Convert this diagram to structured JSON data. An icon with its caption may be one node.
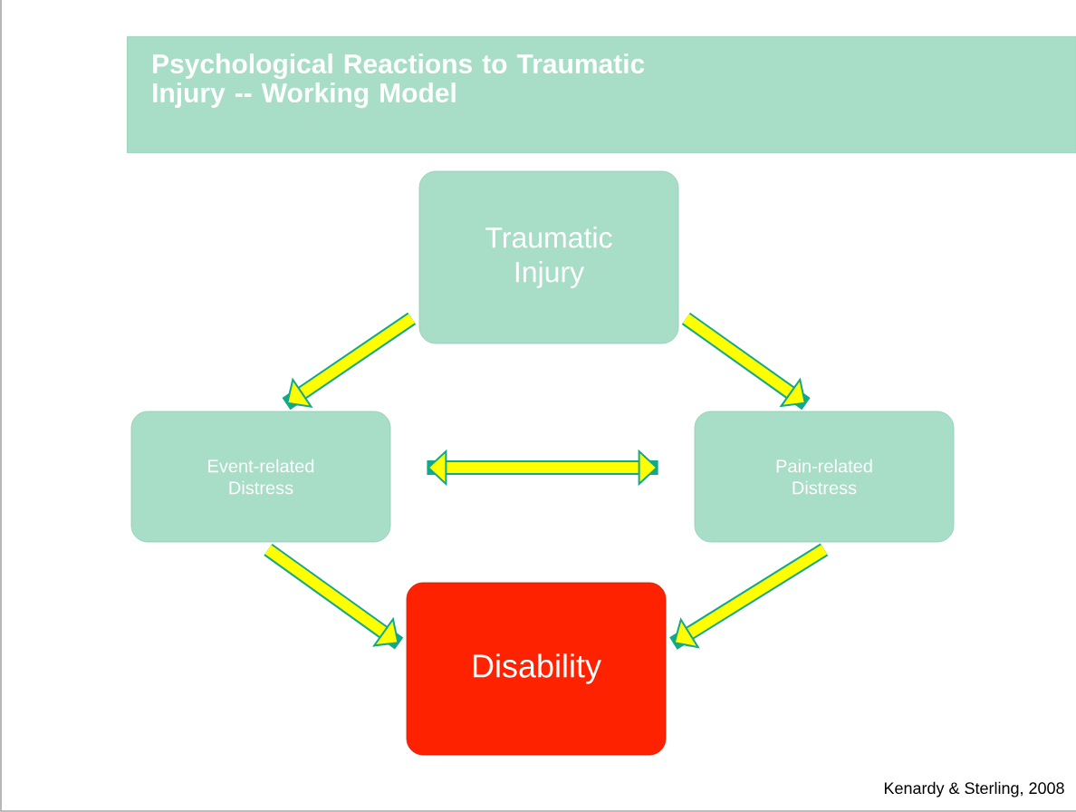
{
  "diagram": {
    "title": "Psychological Reactions to Traumatic Injury -- Working Model",
    "nodes": [
      {
        "text": [
          "Traumatic Injury"
        ]
      },
      {
        "text": [
          "Event-related Distress"
        ]
      },
      {
        "text": [
          "Pain-related Distress"
        ]
      },
      {
        "text": [
          "Disability"
        ]
      }
    ],
    "edges": [
      {
        "from": 0,
        "to": 1,
        "arrow": "to"
      },
      {
        "from": 0,
        "to": 2,
        "arrow": "to"
      },
      {
        "from": 1,
        "to": 2,
        "arrow": "both"
      },
      {
        "from": 1,
        "to": 3,
        "arrow": "to"
      },
      {
        "from": 2,
        "to": 3,
        "arrow": "to"
      }
    ],
    "labels": [
      "Kenardy & Sterling, 2008"
    ]
  }
}
